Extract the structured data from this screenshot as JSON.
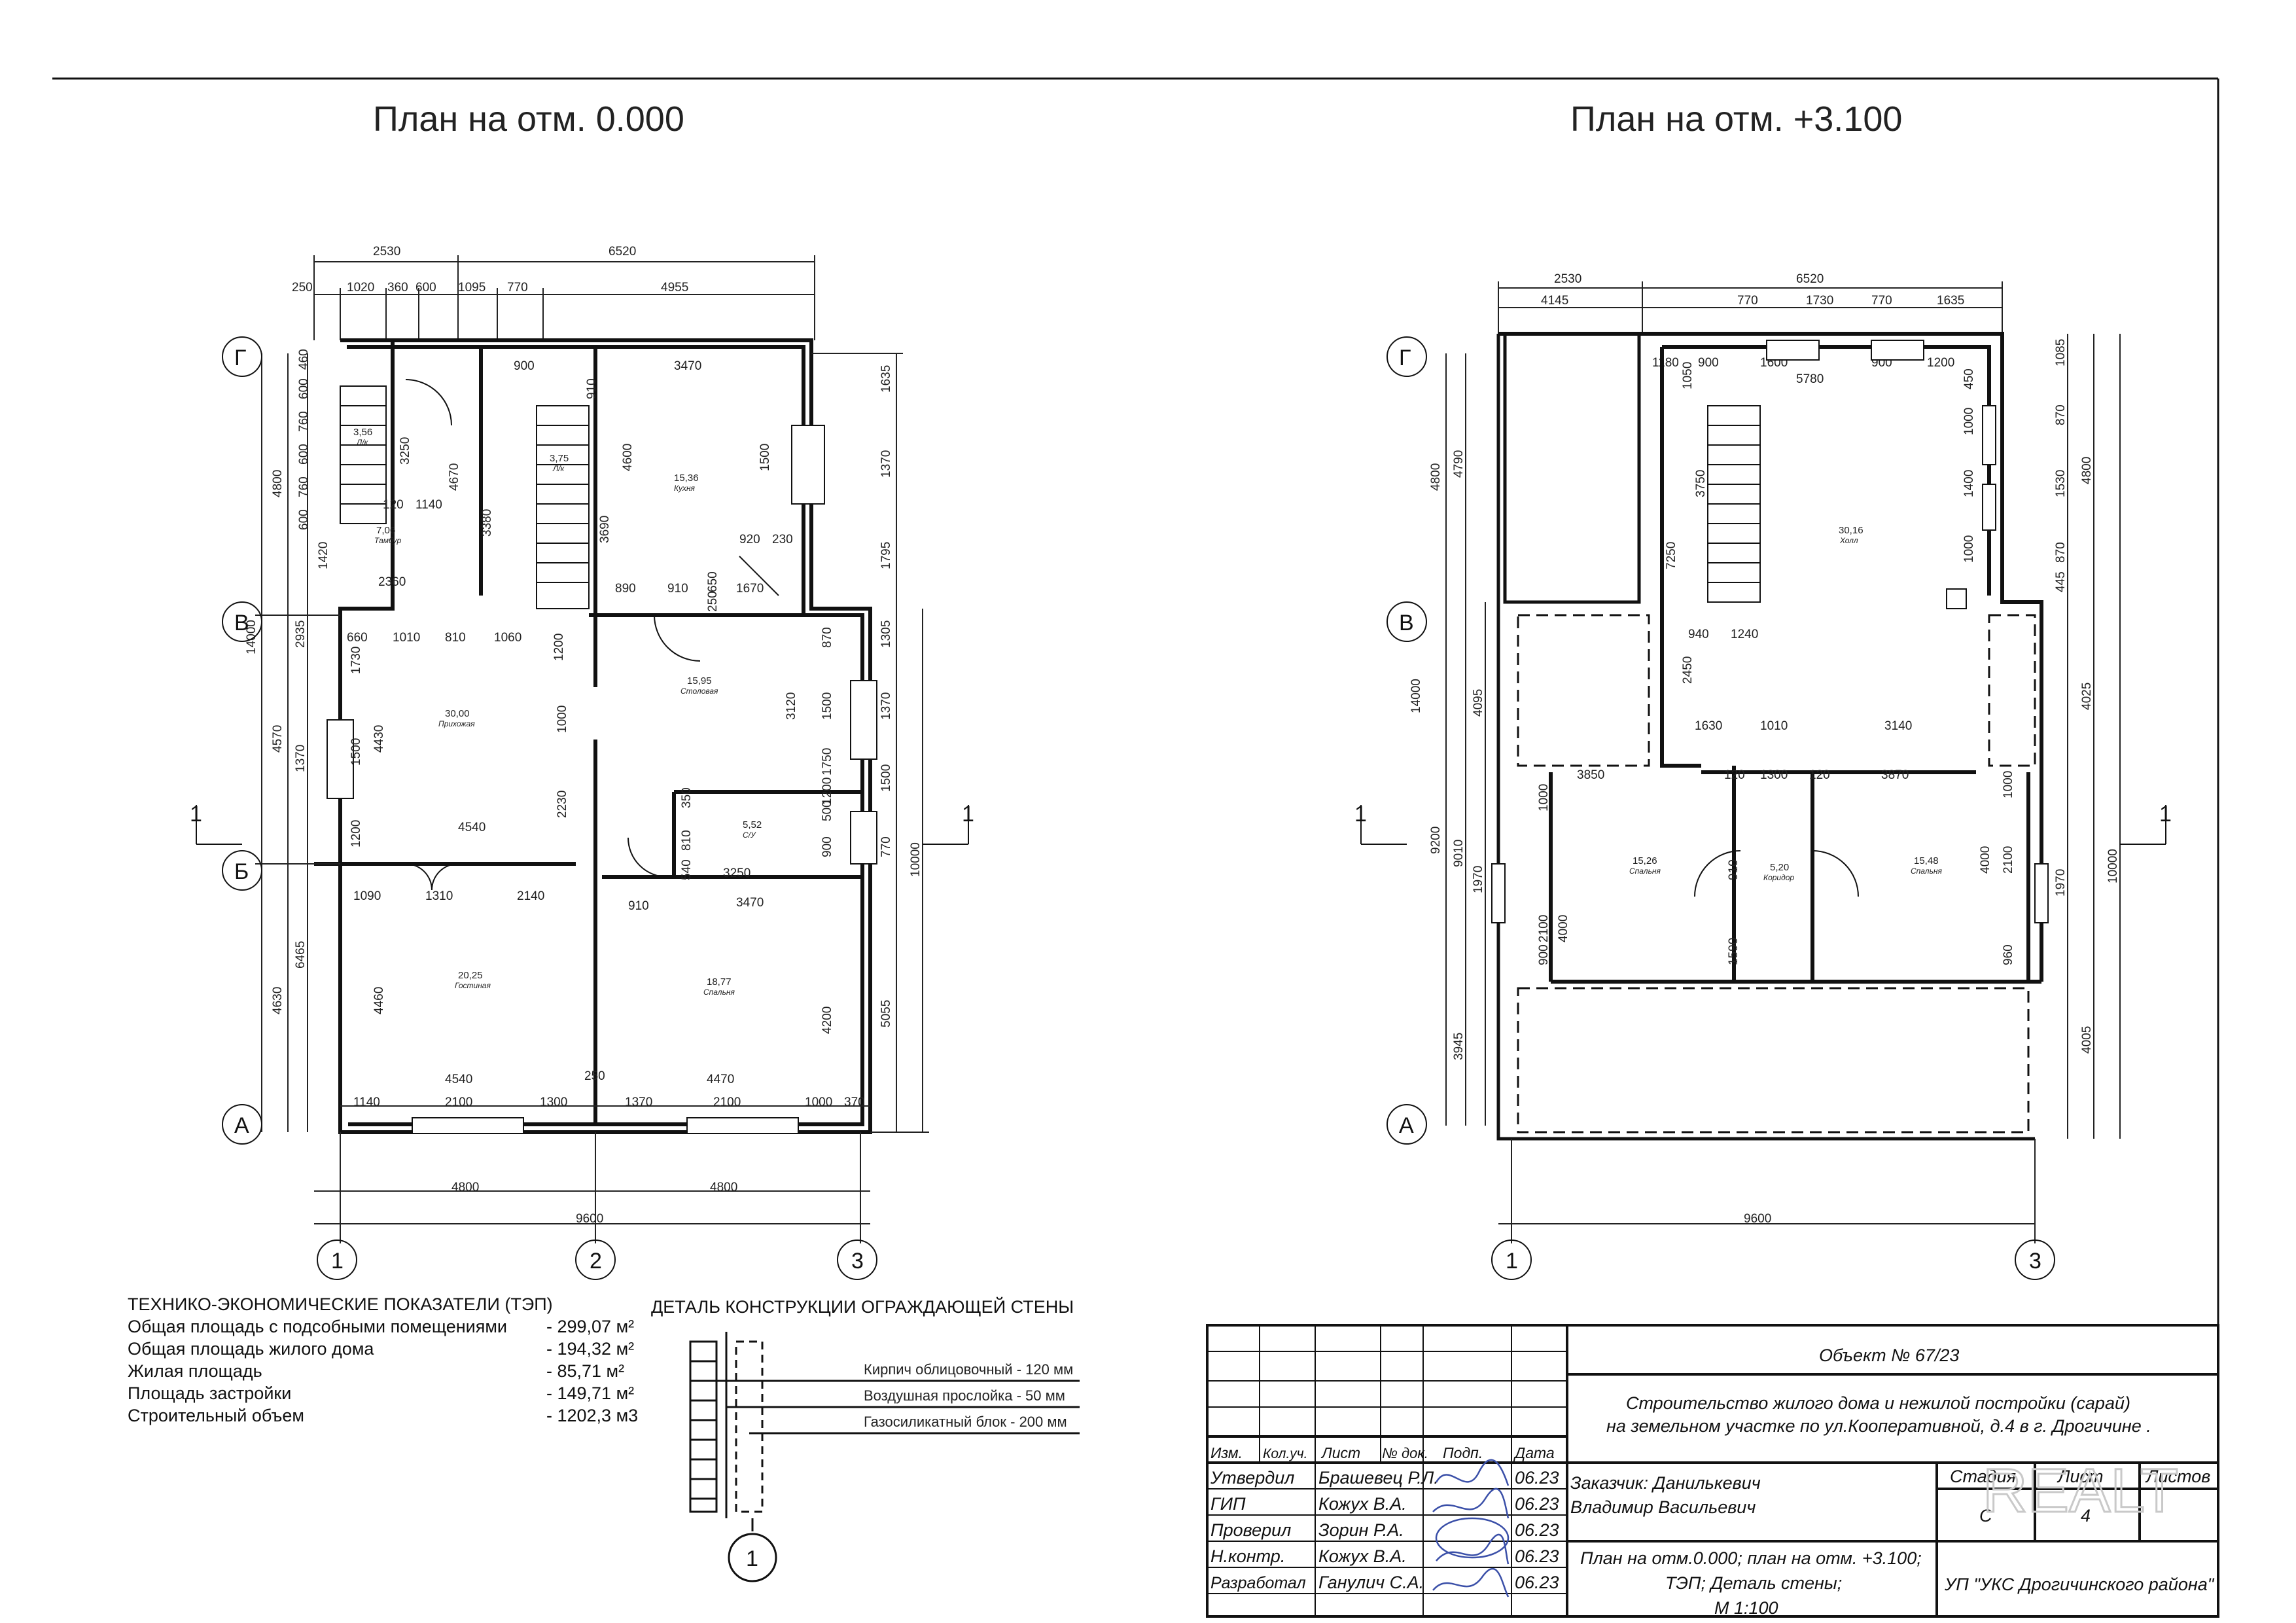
{
  "titles": {
    "plan_ground": "План на отм. 0.000",
    "plan_second": "План на отм. +3.100"
  },
  "plan_ground": {
    "rooms": [
      {
        "area": "3,56",
        "name": "Л/к"
      },
      {
        "area": "7,06",
        "name": "Тамбур"
      },
      {
        "area": "3,75",
        "name": "Л/к"
      },
      {
        "area": "15,36",
        "name": "Кухня"
      },
      {
        "area": "30,00",
        "name": "Прихожая"
      },
      {
        "area": "15,95",
        "name": "Столовая"
      },
      {
        "area": "5,52",
        "name": "С/У"
      },
      {
        "area": "20,25",
        "name": "Гостиная"
      },
      {
        "area": "18,77",
        "name": "Спальня"
      }
    ],
    "dims_top": [
      "2530",
      "6520",
      "250",
      "1020",
      "360",
      "600",
      "1095",
      "770",
      "4955",
      "900",
      "3470"
    ],
    "dims_bottom": [
      "1140",
      "2100",
      "1300",
      "250",
      "1370",
      "2100",
      "1000",
      "370",
      "4800",
      "4800",
      "9600"
    ],
    "dims_inner": [
      "4540",
      "4470",
      "4540",
      "1090",
      "1310",
      "2140",
      "3470",
      "3250",
      "660",
      "1010",
      "810",
      "1060",
      "2360",
      "890",
      "910",
      "920",
      "230",
      "1670",
      "120",
      "1140",
      "910",
      "810",
      "350",
      "540",
      "1500",
      "1000",
      "2230",
      "4430",
      "3380",
      "3690",
      "4600",
      "4670",
      "3250",
      "1200",
      "1500",
      "3120",
      "910",
      "650",
      "250"
    ],
    "dims_left": [
      "4800",
      "14000",
      "4570",
      "4630",
      "2935",
      "1370",
      "6465",
      "460",
      "600",
      "760",
      "600",
      "760",
      "600",
      "1420",
      "1730",
      "1200",
      "4460"
    ],
    "dims_right": [
      "1635",
      "1370",
      "1795",
      "1305",
      "1370",
      "1500",
      "770",
      "10000",
      "5055",
      "870",
      "1500",
      "1750",
      "1200",
      "900",
      "500",
      "4200"
    ]
  },
  "plan_second": {
    "rooms": [
      {
        "area": "30,16",
        "name": "Холл"
      },
      {
        "area": "15,26",
        "name": "Спальня"
      },
      {
        "area": "5,20",
        "name": "Коридор"
      },
      {
        "area": "15,48",
        "name": "Спальня"
      }
    ],
    "dims_top": [
      "2530",
      "6520",
      "4145",
      "770",
      "1730",
      "770",
      "1635",
      "1180",
      "900",
      "1600",
      "900",
      "1200",
      "5780"
    ],
    "dims_inner": [
      "940",
      "1240",
      "1630",
      "1010",
      "3140",
      "3850",
      "120",
      "1300",
      "120",
      "3870",
      "2100",
      "4000",
      "910",
      "1590",
      "1000",
      "2100",
      "4000",
      "960",
      "1000",
      "900",
      "3750",
      "7250",
      "2450",
      "1000",
      "1400",
      "1000",
      "1050",
      "450"
    ],
    "dims_left": [
      "4800",
      "4790",
      "14000",
      "4095",
      "9200",
      "9010",
      "1970",
      "3945"
    ],
    "dims_right": [
      "1085",
      "870",
      "1530",
      "4800",
      "870",
      "445",
      "4025",
      "1970",
      "10000",
      "4005"
    ],
    "dims_bottom": [
      "9600"
    ]
  },
  "axes": {
    "rows": [
      "Г",
      "В",
      "Б",
      "А"
    ],
    "cols": [
      "1",
      "2",
      "3"
    ],
    "section_mark": "1"
  },
  "tep": {
    "title": "ТЕХНИКО-ЭКОНОМИЧЕСКИЕ ПОКАЗАТЕЛИ (ТЭП)",
    "rows": [
      {
        "label": "Общая площадь с подсобными помещениями",
        "value": "- 299,07 м²"
      },
      {
        "label": "Общая площадь жилого дома",
        "value": "- 194,32 м²"
      },
      {
        "label": "Жилая площадь",
        "value": "- 85,71 м²"
      },
      {
        "label": "Площадь застройки",
        "value": "- 149,71 м²"
      },
      {
        "label": "Строительный объем",
        "value": "- 1202,3 м3"
      }
    ]
  },
  "wall_detail": {
    "title": "ДЕТАЛЬ КОНСТРУКЦИИ ОГРАЖДАЮЩЕЙ СТЕНЫ",
    "layers": [
      "Кирпич облицовочный - 120 мм",
      "Воздушная прослойка - 50 мм",
      "Газосиликатный блок - 200 мм"
    ],
    "marker": "1"
  },
  "title_block": {
    "object": "Объект № 67/23",
    "project_line1": "Строительство жилого дома и нежилой постройки (сарай)",
    "project_line2": "на земельном участке по ул.Кооперативной, д.4 в г. Дрогичине .",
    "customer_line1": "Заказчик: Данилькевич",
    "customer_line2": "Владимир Васильевич",
    "sheet_line1": "План на отм.0.000; план на отм. +3.100;",
    "sheet_line2": "ТЭП; Деталь стены;",
    "sheet_line3": "М 1:100",
    "org": "УП \"УКС Дрогичинского района\"",
    "headers": [
      "Изм.",
      "Кол.уч.",
      "Лист",
      "№ док.",
      "Подп.",
      "Дата"
    ],
    "signers": [
      {
        "role": "Утвердил",
        "name": "Брашевец Р.Л.",
        "date": "06.23"
      },
      {
        "role": "ГИП",
        "name": "Кожух В.А.",
        "date": "06.23"
      },
      {
        "role": "Проверил",
        "name": "Зорин Р.А.",
        "date": "06.23"
      },
      {
        "role": "Н.контр.",
        "name": "Кожух В.А.",
        "date": "06.23"
      },
      {
        "role": "Разработал",
        "name": "Ганулич С.А.",
        "date": "06.23"
      }
    ],
    "stage_header": "Стадия",
    "sheet_header": "Лист",
    "sheets_header": "Листов",
    "stage": "С",
    "sheet": "4",
    "sheets": "",
    "watermark": "REALT"
  }
}
